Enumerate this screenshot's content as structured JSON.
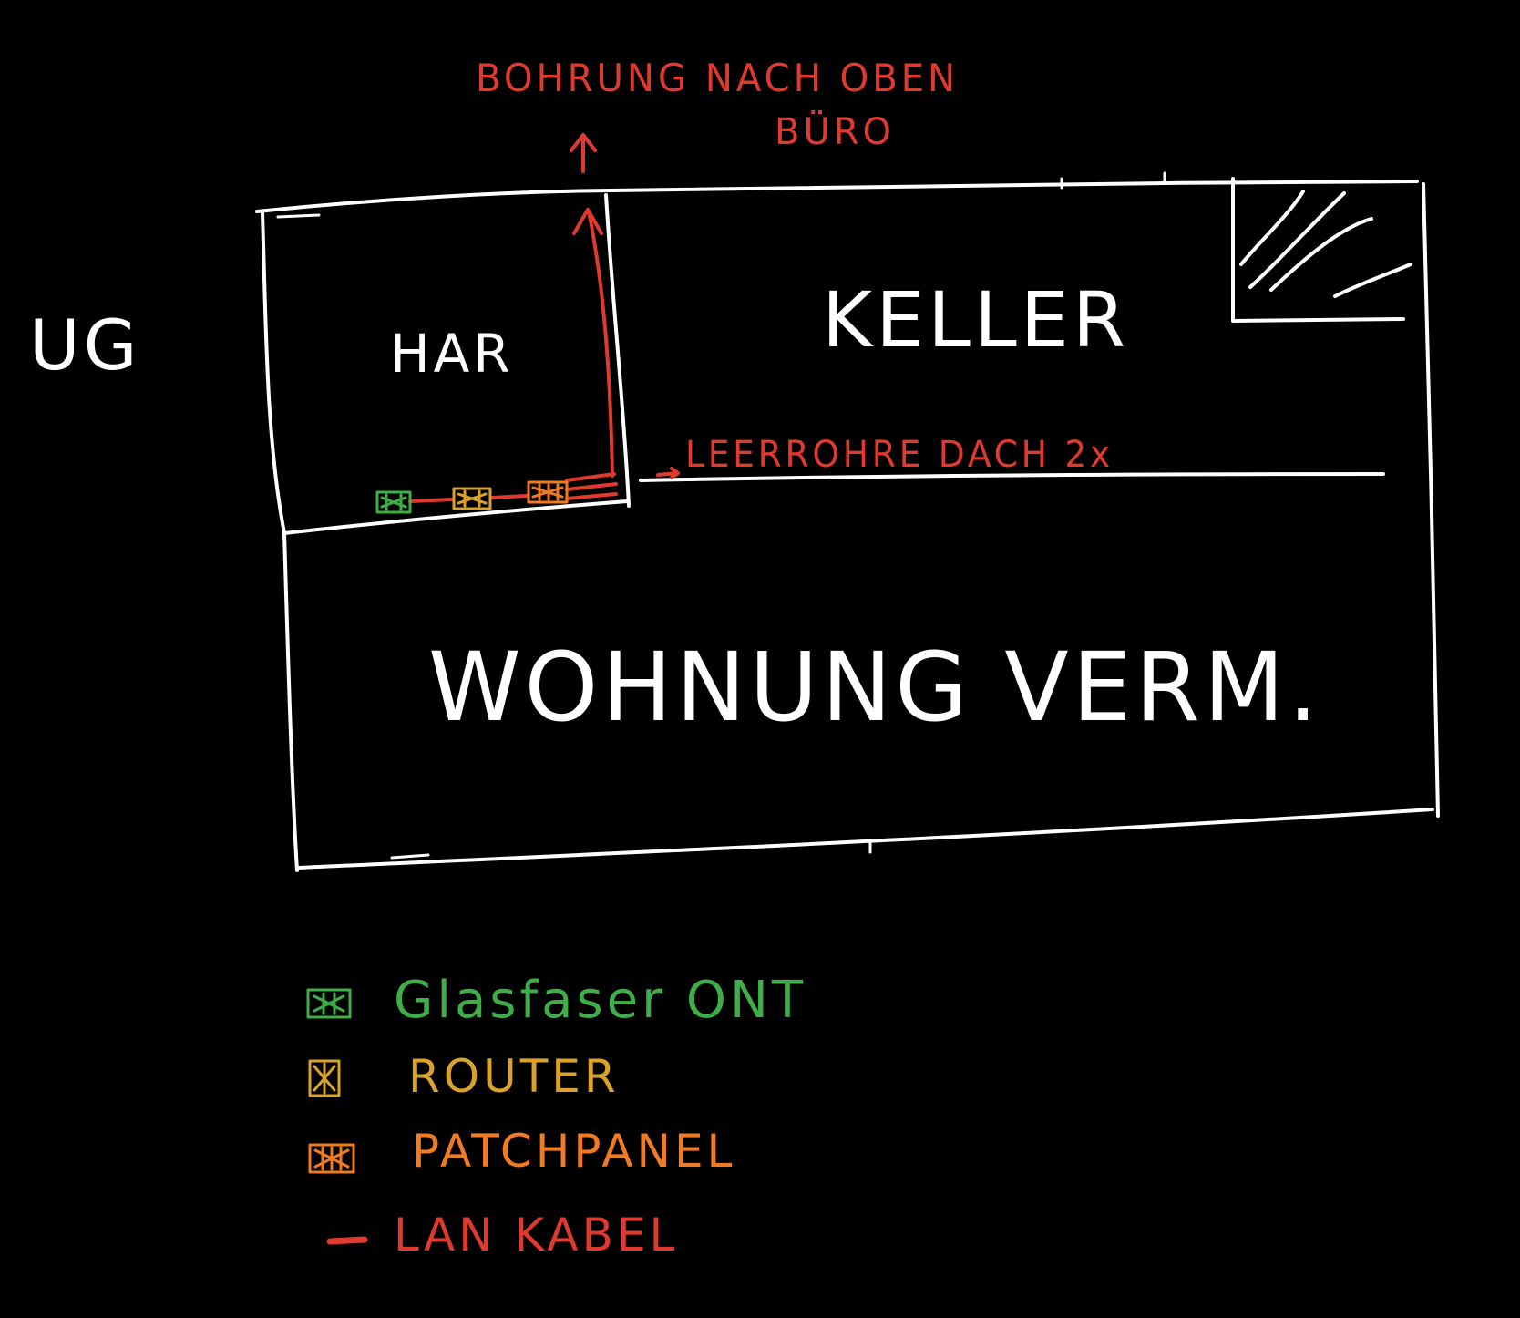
{
  "colors": {
    "background": "#000000",
    "wall": "#ffffff",
    "lan": "#e03a2e",
    "ont": "#3fae49",
    "router": "#d9a22b",
    "patchpanel": "#f07b22"
  },
  "floor_label": "UG",
  "rooms": {
    "har": "HAR",
    "keller": "KELLER",
    "wohnung": "WOHNUNG VERM."
  },
  "annotations": {
    "bohrung_line1": "BOHRUNG NACH OBEN",
    "bohrung_line2": "BÜRO",
    "leerrohre": "LEERROHRE DACH 2x"
  },
  "legend": [
    {
      "label": "Glasfaser ONT",
      "color": "#3fae49",
      "icon": "ont-icon"
    },
    {
      "label": "ROUTER",
      "color": "#d9a22b",
      "icon": "router-icon"
    },
    {
      "label": "PATCHPANEL",
      "color": "#f07b22",
      "icon": "patchpanel-icon"
    },
    {
      "label": "LAN KABEL",
      "color": "#e03a2e",
      "icon": "lan-cable-icon"
    }
  ]
}
